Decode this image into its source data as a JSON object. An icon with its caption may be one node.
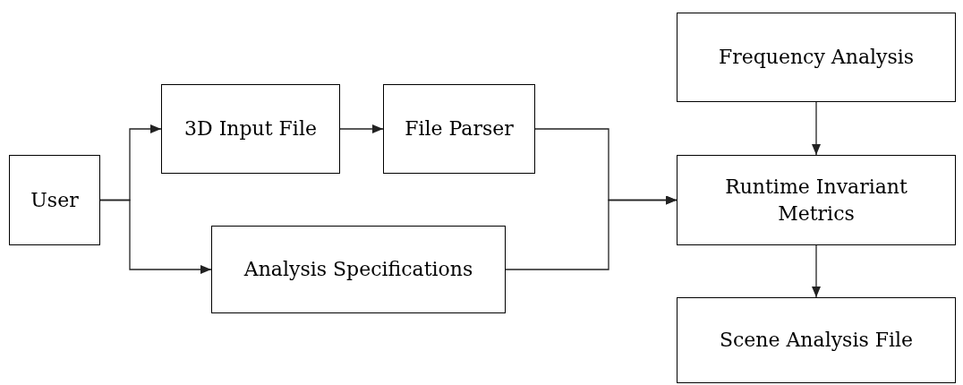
{
  "diagram": {
    "nodes": [
      {
        "text": [
          "User"
        ]
      },
      {
        "text": [
          "3D Input File"
        ]
      },
      {
        "text": [
          "File Parser"
        ]
      },
      {
        "text": [
          "Analysis Specifications"
        ]
      },
      {
        "text": [
          "Frequency Analysis"
        ]
      },
      {
        "text": [
          "Runtime Invariant Metrics"
        ]
      },
      {
        "text": [
          "Scene Analysis File"
        ]
      }
    ],
    "edges": [
      {
        "from": 0,
        "to": 1,
        "arrow": "to"
      },
      {
        "from": 0,
        "to": 3,
        "arrow": "to"
      },
      {
        "from": 1,
        "to": 2,
        "arrow": "to"
      },
      {
        "from": 2,
        "to": 5,
        "arrow": "to"
      },
      {
        "from": 3,
        "to": 5,
        "arrow": "to"
      },
      {
        "from": 4,
        "to": 5,
        "arrow": "to"
      },
      {
        "from": 5,
        "to": 6,
        "arrow": "to"
      }
    ]
  }
}
